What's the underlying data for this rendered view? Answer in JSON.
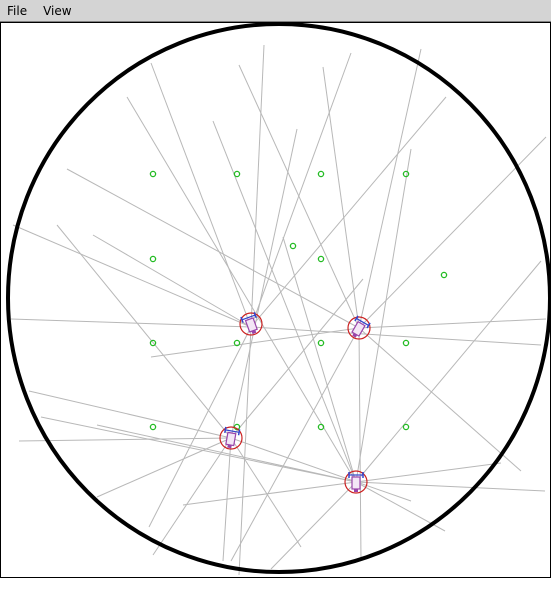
{
  "menubar": {
    "file_label": "File",
    "view_label": "View"
  },
  "colors": {
    "arena_border": "#000000",
    "sensor_ray": "#b8b8b8",
    "landmark": "#22bb22",
    "robot_ring": "#cc2222",
    "robot_body": "#9944aa",
    "robot_wheel": "#3344cc"
  },
  "scene": {
    "robots": [
      {
        "id": "robot-1",
        "heading_deg": 160
      },
      {
        "id": "robot-2",
        "heading_deg": 210
      },
      {
        "id": "robot-3",
        "heading_deg": 190
      },
      {
        "id": "robot-4",
        "heading_deg": 180
      }
    ]
  }
}
